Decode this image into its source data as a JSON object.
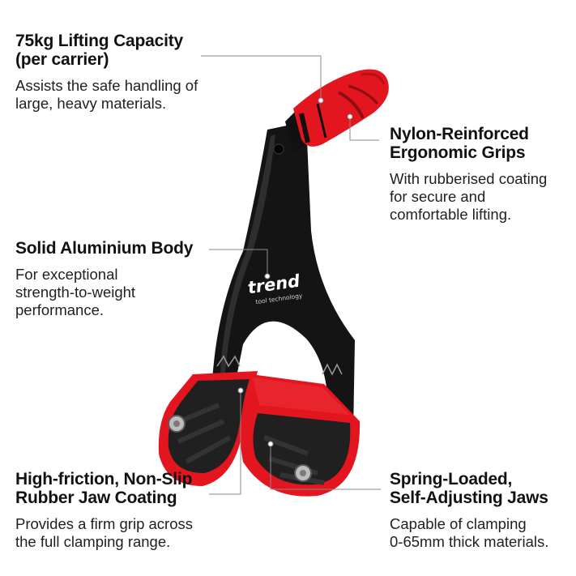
{
  "brand": {
    "logo": "trend",
    "tagline": "tool technology"
  },
  "colors": {
    "body": "#141414",
    "rubber_red": "#e3161f",
    "accent_dark_red": "#8e0d12",
    "jaw_inner": "#202020",
    "leader_line": "#8a8a8a"
  },
  "callouts": [
    {
      "id": "lifting-capacity",
      "title": [
        "75kg Lifting Capacity",
        "(per carrier)"
      ],
      "text": [
        "Assists the safe handling of",
        "large, heavy materials."
      ]
    },
    {
      "id": "ergonomic-grips",
      "title": [
        "Nylon-Reinforced",
        "Ergonomic Grips"
      ],
      "text": [
        "With rubberised coating",
        "for secure and",
        "comfortable lifting."
      ]
    },
    {
      "id": "aluminium-body",
      "title": [
        "Solid Aluminium Body"
      ],
      "text": [
        "For exceptional",
        "strength-to-weight",
        "performance."
      ]
    },
    {
      "id": "rubber-jaw-coating",
      "title": [
        "High-friction, Non-Slip",
        "Rubber Jaw Coating"
      ],
      "text": [
        "Provides a firm grip across",
        "the full clamping range."
      ]
    },
    {
      "id": "self-adjusting-jaws",
      "title": [
        "Spring-Loaded,",
        "Self-Adjusting Jaws"
      ],
      "text": [
        "Capable of clamping",
        "0-65mm thick materials."
      ]
    }
  ]
}
